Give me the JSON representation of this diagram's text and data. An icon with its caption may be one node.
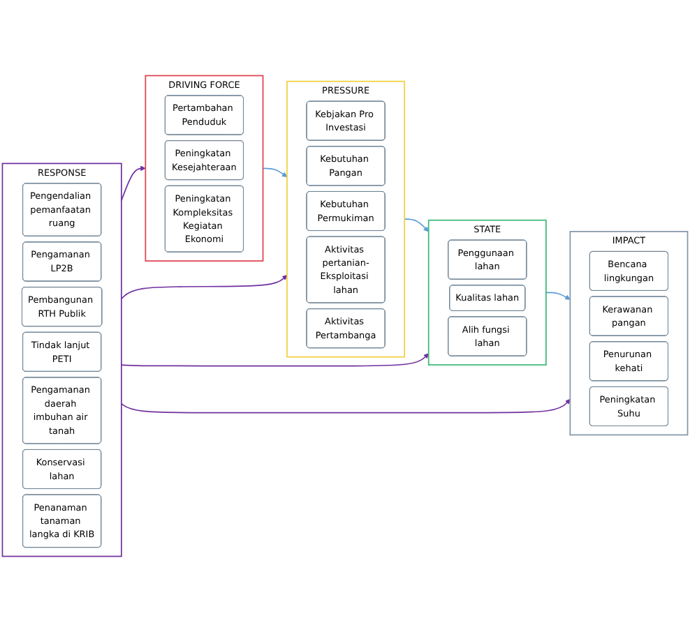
{
  "diagram": {
    "nodes": [
      {
        "text": [
          "DRIVING FORCE"
        ]
      },
      {
        "text": [
          "Pertambahan Penduduk"
        ],
        "in": 0
      },
      {
        "text": [
          "Peningkatan Kesejahteraan"
        ],
        "in": 0
      },
      {
        "text": [
          "Peningkatan Kompleksitas Kegiatan Ekonomi"
        ],
        "in": 0
      },
      {
        "text": [
          "PRESSURE"
        ]
      },
      {
        "text": [
          "Kebjakan Pro Investasi"
        ],
        "in": 4
      },
      {
        "text": [
          "Kebutuhan Pangan"
        ],
        "in": 4
      },
      {
        "text": [
          "Kebutuhan Permukiman"
        ],
        "in": 4
      },
      {
        "text": [
          "Aktivitas pertanian-Eksploitasi lahan"
        ],
        "in": 4
      },
      {
        "text": [
          "Aktivitas Pertambanga"
        ],
        "in": 4
      },
      {
        "text": [
          "STATE"
        ]
      },
      {
        "text": [
          "Penggunaan lahan"
        ],
        "in": 10
      },
      {
        "text": [
          "Kualitas lahan"
        ],
        "in": 10
      },
      {
        "text": [
          "Alih fungsi lahan"
        ],
        "in": 10
      },
      {
        "text": [
          "IMPACT"
        ]
      },
      {
        "text": [
          "Bencana lingkungan"
        ],
        "in": 14
      },
      {
        "text": [
          "Kerawanan pangan"
        ],
        "in": 14
      },
      {
        "text": [
          "Penurunan kehati"
        ],
        "in": 14
      },
      {
        "text": [
          "Peningkatan Suhu"
        ],
        "in": 14
      },
      {
        "text": [
          "RESPONSE"
        ]
      },
      {
        "text": [
          "Pengendalian pemanfaatan ruang"
        ],
        "in": 19
      },
      {
        "text": [
          "Pengamanan LP2B"
        ],
        "in": 19
      },
      {
        "text": [
          "Pembangunan RTH Publik"
        ],
        "in": 19
      },
      {
        "text": [
          "Tindak lanjut PETI"
        ],
        "in": 19
      },
      {
        "text": [
          "Pengamanan daerah imbuhan air tanah"
        ],
        "in": 19
      },
      {
        "text": [
          "Konservasi lahan"
        ],
        "in": 19
      },
      {
        "text": [
          "Penanaman tanaman langka di KRIB"
        ],
        "in": 19
      }
    ],
    "edges": [
      {
        "from": 0,
        "to": 4,
        "arrow": "to",
        "color": "#5b9bd5"
      },
      {
        "from": 4,
        "to": 10,
        "arrow": "to",
        "color": "#5b9bd5"
      },
      {
        "from": 10,
        "to": 14,
        "arrow": "to",
        "color": "#5b9bd5"
      },
      {
        "from": 19,
        "to": 0,
        "arrow": "to"
      },
      {
        "from": 19,
        "to": 4,
        "arrow": "to"
      },
      {
        "from": 19,
        "to": 10,
        "arrow": "to"
      },
      {
        "from": 19,
        "to": 14,
        "arrow": "to"
      }
    ]
  }
}
